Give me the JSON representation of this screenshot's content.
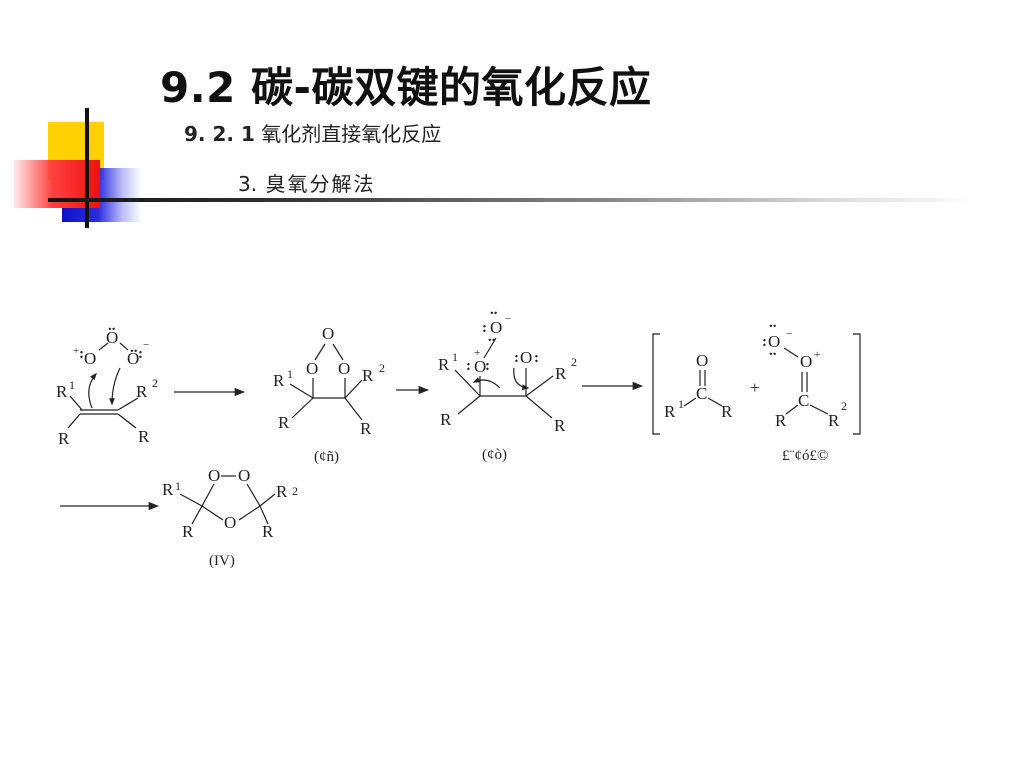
{
  "slide": {
    "title": "9.2 碳-碳双键的氧化反应",
    "subtitle_number": "9. 2. 1",
    "subtitle_text": "氧化剂直接氧化反应",
    "section_number": "3.",
    "section_text": "臭氧分解法"
  },
  "scheme": {
    "label_I": "(¢ñ)",
    "label_II": "(¢ò)",
    "label_III": "£¨¢ó£©",
    "label_IV": "(IV)"
  }
}
